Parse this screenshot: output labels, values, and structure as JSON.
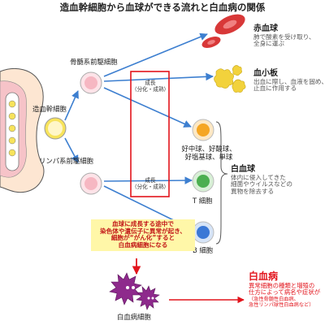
{
  "title": "造血幹細胞から血球ができる流れと白血病の関係",
  "cells": {
    "stem": "造血幹細胞",
    "myeloid": "骨髄系前駆細胞",
    "lymphoid": "リンパ系前駆細胞",
    "granulocyte": [
      "好中球、好酸球、",
      "好塩基球、単球"
    ],
    "t_cell": "T 細胞",
    "b_cell": "B 細胞",
    "leukemia_cell": "白血病細胞"
  },
  "growth_box": {
    "label": "成長",
    "sub": "（分化・成熟）"
  },
  "warning": [
    "血球に成長する途中で",
    "染色体や遺伝子に異常が起き、",
    "細胞が“がん化”すると",
    "白血病細胞になる"
  ],
  "groups": {
    "rbc": {
      "title": "赤血球",
      "desc": [
        "肺で酸素を受け取り、",
        "全身に運ぶ"
      ]
    },
    "platelet": {
      "title": "血小板",
      "desc": [
        "出血に際し、血液を固め、",
        "止血に作用する"
      ]
    },
    "wbc": {
      "title": "白血球",
      "desc": [
        "体内に侵入してきた",
        "細菌やウイルスなどの",
        "異物を除去する"
      ]
    }
  },
  "leukemia": {
    "title": "白血病",
    "desc": [
      "異常細胞の種類と増殖の",
      "仕方によって病名や症状が"
    ],
    "examples": [
      "（急性骨髄性白血病、",
      "急性リンパ球性白血病など）"
    ]
  },
  "colors": {
    "arrow": "#3d7fd0",
    "red_box": "#e2141c",
    "stem_fill": "#f7e35b",
    "pink_cell": "#f6b7c2",
    "rbc": "#d83838",
    "platelet": "#f2d23c",
    "granulocyte": "#f5a623",
    "t_cell": "#4caf50",
    "b_cell": "#3a78d6",
    "leukemia_cell": "#8e2a8c"
  }
}
